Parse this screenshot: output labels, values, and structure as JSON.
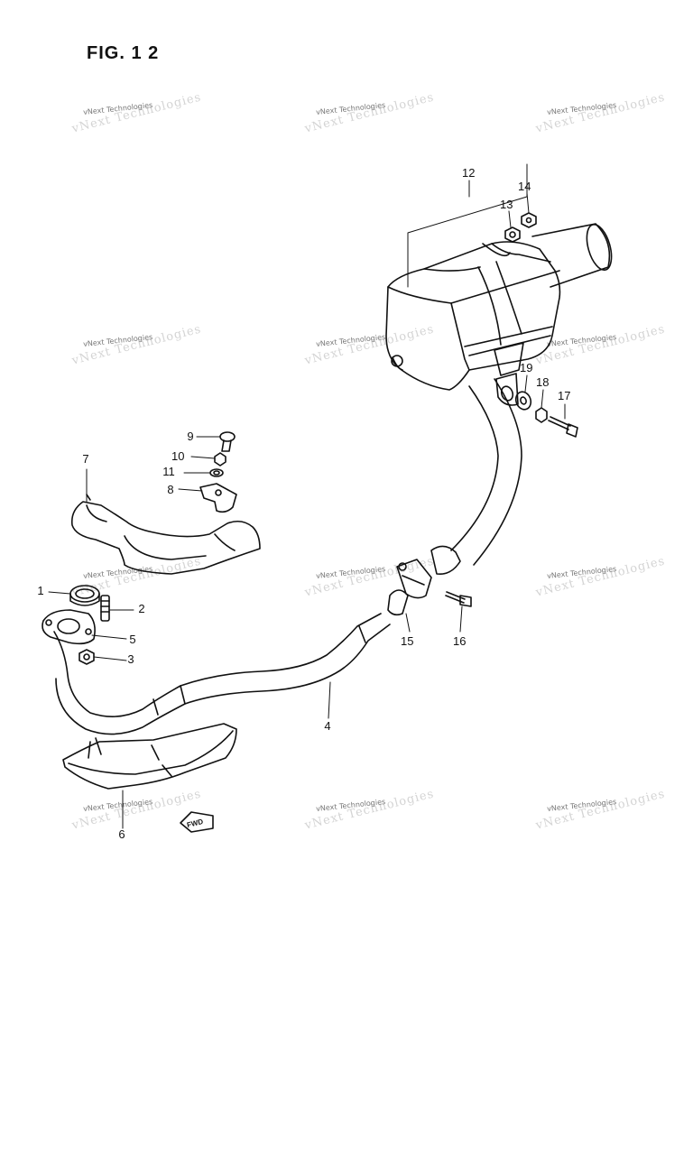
{
  "figure": {
    "title": "FIG. 1 2"
  },
  "watermark": {
    "text": "vNext Technologies"
  },
  "direction_marker": {
    "label": "FWD"
  },
  "callouts": [
    {
      "id": "1",
      "label": "1"
    },
    {
      "id": "2",
      "label": "2"
    },
    {
      "id": "3",
      "label": "3"
    },
    {
      "id": "4",
      "label": "4"
    },
    {
      "id": "5",
      "label": "5"
    },
    {
      "id": "6",
      "label": "6"
    },
    {
      "id": "7",
      "label": "7"
    },
    {
      "id": "8",
      "label": "8"
    },
    {
      "id": "9",
      "label": "9"
    },
    {
      "id": "10",
      "label": "10"
    },
    {
      "id": "11",
      "label": "11"
    },
    {
      "id": "12",
      "label": "12"
    },
    {
      "id": "13",
      "label": "13"
    },
    {
      "id": "14",
      "label": "14"
    },
    {
      "id": "15",
      "label": "15"
    },
    {
      "id": "16",
      "label": "16"
    },
    {
      "id": "17",
      "label": "17"
    },
    {
      "id": "18",
      "label": "18"
    },
    {
      "id": "19",
      "label": "19"
    }
  ]
}
